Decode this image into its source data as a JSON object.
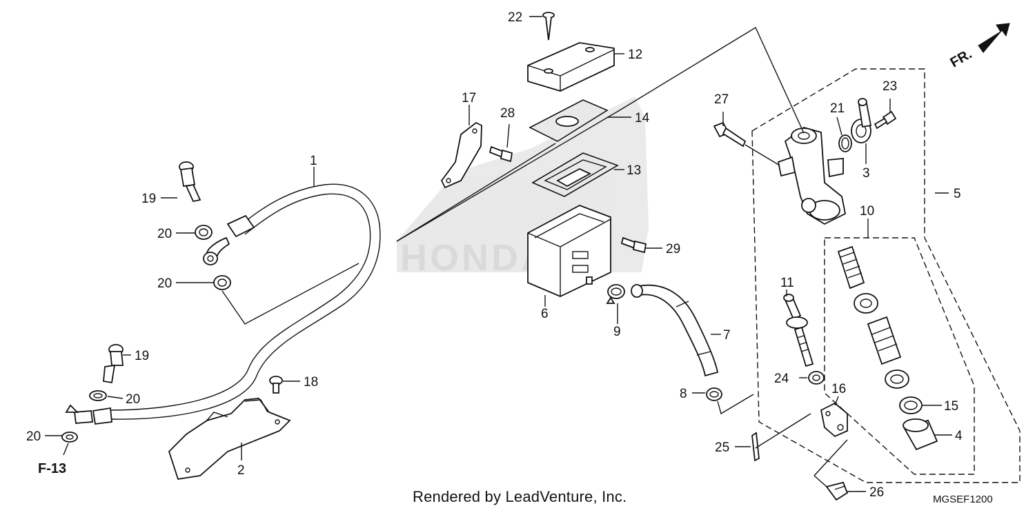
{
  "callouts": [
    {
      "id": "p1",
      "text": "1"
    },
    {
      "id": "p2",
      "text": "2"
    },
    {
      "id": "p3",
      "text": "3"
    },
    {
      "id": "p4",
      "text": "4"
    },
    {
      "id": "p5",
      "text": "5"
    },
    {
      "id": "p6",
      "text": "6"
    },
    {
      "id": "p7",
      "text": "7"
    },
    {
      "id": "p8",
      "text": "8"
    },
    {
      "id": "p9",
      "text": "9"
    },
    {
      "id": "p10",
      "text": "10"
    },
    {
      "id": "p11",
      "text": "11"
    },
    {
      "id": "p12",
      "text": "12"
    },
    {
      "id": "p13",
      "text": "13"
    },
    {
      "id": "p14",
      "text": "14"
    },
    {
      "id": "p15",
      "text": "15"
    },
    {
      "id": "p16",
      "text": "16"
    },
    {
      "id": "p17",
      "text": "17"
    },
    {
      "id": "p18",
      "text": "18"
    },
    {
      "id": "p19a",
      "text": "19"
    },
    {
      "id": "p19b",
      "text": "19"
    },
    {
      "id": "p20a",
      "text": "20"
    },
    {
      "id": "p20b",
      "text": "20"
    },
    {
      "id": "p20c",
      "text": "20"
    },
    {
      "id": "p20d",
      "text": "20"
    },
    {
      "id": "p21",
      "text": "21"
    },
    {
      "id": "p22",
      "text": "22"
    },
    {
      "id": "p23",
      "text": "23"
    },
    {
      "id": "p24",
      "text": "24"
    },
    {
      "id": "p25",
      "text": "25"
    },
    {
      "id": "p26",
      "text": "26"
    },
    {
      "id": "p27",
      "text": "27"
    },
    {
      "id": "p28",
      "text": "28"
    },
    {
      "id": "p29",
      "text": "29"
    }
  ],
  "reference_label": "F-13",
  "direction_label": "FR.",
  "footer": "Rendered by LeadVenture, Inc.",
  "diagram_code": "MGSEF1200",
  "colors": {
    "ink": "#111111",
    "watermark": "#cfcfcf",
    "background": "#ffffff"
  }
}
